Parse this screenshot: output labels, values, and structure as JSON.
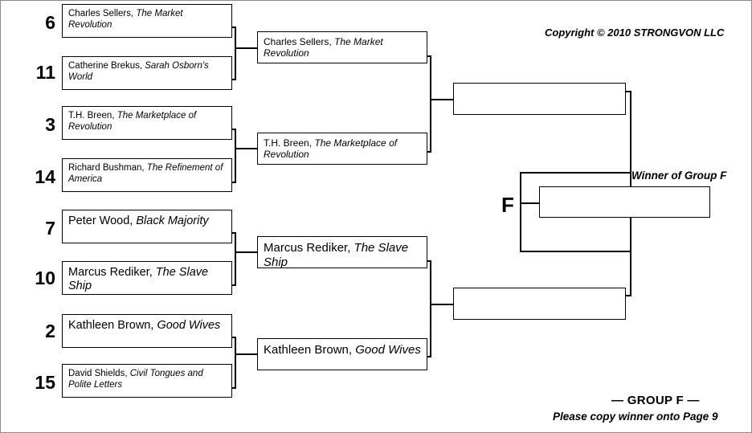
{
  "page": {
    "copyright": "Copyright © 2010 STRONGVON LLC",
    "group_letter": "F",
    "winner_caption": "Winner of Group F",
    "footer_title": "— GROUP F —",
    "footer_note": "Please copy winner onto Page 9"
  },
  "bracket": {
    "round1": [
      {
        "seed": "6",
        "author": "Charles Sellers, ",
        "title": "The Market Revolution"
      },
      {
        "seed": "11",
        "author": "Catherine Brekus, ",
        "title": "Sarah Osborn's World"
      },
      {
        "seed": "3",
        "author": "T.H. Breen, ",
        "title": "The Marketplace of Revolution"
      },
      {
        "seed": "14",
        "author": "Richard Bushman, ",
        "title": "The Refinement of America"
      },
      {
        "seed": "7",
        "author": "Peter Wood, ",
        "title": "Black Majority"
      },
      {
        "seed": "10",
        "author": "Marcus Rediker, ",
        "title": "The Slave Ship"
      },
      {
        "seed": "2",
        "author": "Kathleen Brown, ",
        "title": "Good Wives"
      },
      {
        "seed": "15",
        "author": "David Shields, ",
        "title": "Civil Tongues and Polite Letters"
      }
    ],
    "round2": [
      {
        "author": "Charles Sellers, ",
        "title": "The Market Revolution"
      },
      {
        "author": "T.H. Breen, ",
        "title": "The Marketplace of Revolution"
      },
      {
        "author": "Marcus Rediker, ",
        "title": "The Slave Ship"
      },
      {
        "author": "Kathleen Brown, ",
        "title": "Good Wives"
      }
    ],
    "round3": [
      {
        "author": "",
        "title": ""
      },
      {
        "author": "",
        "title": ""
      }
    ],
    "final": [
      {
        "author": "",
        "title": ""
      }
    ]
  },
  "colors": {
    "line": "#000000",
    "background": "#ffffff",
    "text": "#000000"
  }
}
